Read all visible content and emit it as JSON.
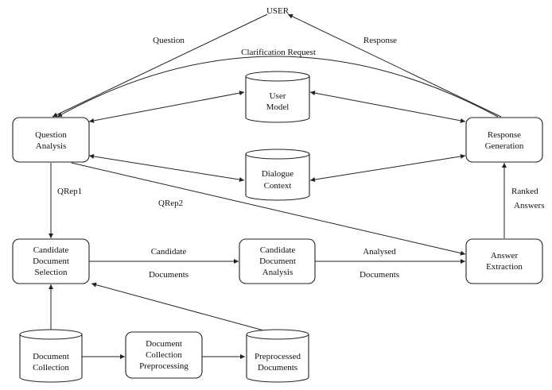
{
  "user": "USER",
  "labels": {
    "question": "Question",
    "response": "Response",
    "clarification": "Clarification Request",
    "qrep1": "QRep1",
    "qrep2": "QRep2",
    "ranked": [
      "Ranked",
      "Answers"
    ],
    "candidate_documents": [
      "Candidate",
      "Documents"
    ],
    "analysed_documents": [
      "Analysed",
      "Documents"
    ]
  },
  "nodes": {
    "question_analysis": [
      "Question",
      "Analysis"
    ],
    "response_generation": [
      "Response",
      "Generation"
    ],
    "user_model": [
      "User",
      "Model"
    ],
    "dialogue_context": [
      "Dialogue",
      "Context"
    ],
    "candidate_document_selection": [
      "Candidate",
      "Document",
      "Selection"
    ],
    "candidate_document_analysis": [
      "Candidate",
      "Document",
      "Analysis"
    ],
    "answer_extraction": [
      "Answer",
      "Extraction"
    ],
    "document_collection": [
      "Document",
      "Collection"
    ],
    "document_collection_preprocessing": [
      "Document",
      "Collection",
      "Preprocessing"
    ],
    "preprocessed_documents": [
      "Preprocessed",
      "Documents"
    ]
  }
}
